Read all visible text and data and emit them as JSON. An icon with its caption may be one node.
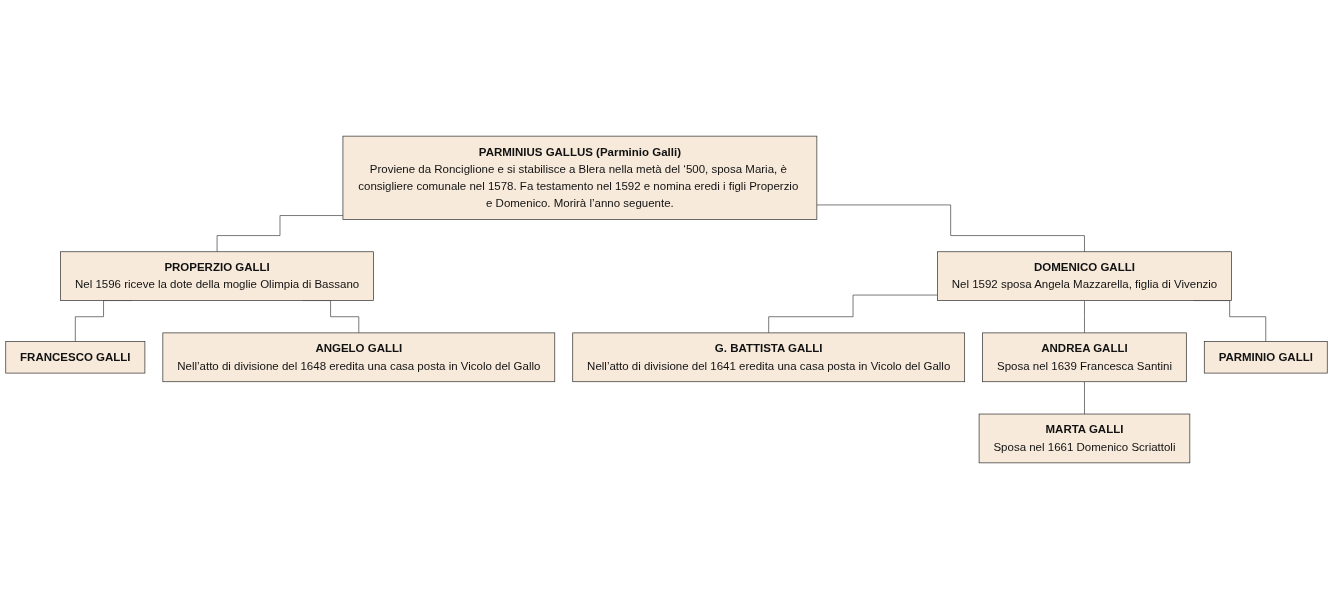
{
  "diagram": {
    "nodes": [
      {
        "text": [
          "PARMINIUS GALLUS (Parminio Galli)",
          "Proviene da Ronciglione e si stabilisce a Blera nella metà del ‘500, sposa Maria, è consigliere comunale nel 1578. Fa testamento nel 1592 e nomina eredi i figli Properzio e Domenico. Morirà l’anno seguente."
        ]
      },
      {
        "text": [
          "PROPERZIO GALLI",
          "Nel 1596 riceve la dote della moglie Olimpia di Bassano"
        ]
      },
      {
        "text": [
          "DOMENICO GALLI",
          "Nel 1592 sposa Angela Mazzarella, figlia di Vivenzio"
        ]
      },
      {
        "text": [
          "FRANCESCO GALLI"
        ]
      },
      {
        "text": [
          "ANGELO GALLI",
          "Nell’atto di divisione del 1648 eredita una casa posta in Vicolo del Gallo"
        ]
      },
      {
        "text": [
          "G. BATTISTA GALLI",
          "Nell’atto di divisione del 1641 eredita una casa posta in Vicolo del Gallo"
        ]
      },
      {
        "text": [
          "ANDREA GALLI",
          "Sposa nel 1639 Francesca Santini"
        ]
      },
      {
        "text": [
          "PARMINIO GALLI"
        ]
      },
      {
        "text": [
          "MARTA GALLI",
          "Sposa nel 1661 Domenico Scriattoli"
        ]
      }
    ],
    "edges": [
      {
        "from": 0,
        "to": 1,
        "arrow": "none"
      },
      {
        "from": 0,
        "to": 2,
        "arrow": "none"
      },
      {
        "from": 1,
        "to": 3,
        "arrow": "none"
      },
      {
        "from": 1,
        "to": 4,
        "arrow": "none"
      },
      {
        "from": 2,
        "to": 5,
        "arrow": "none"
      },
      {
        "from": 2,
        "to": 6,
        "arrow": "none"
      },
      {
        "from": 2,
        "to": 7,
        "arrow": "none"
      },
      {
        "from": 6,
        "to": 8,
        "arrow": "none"
      }
    ]
  }
}
